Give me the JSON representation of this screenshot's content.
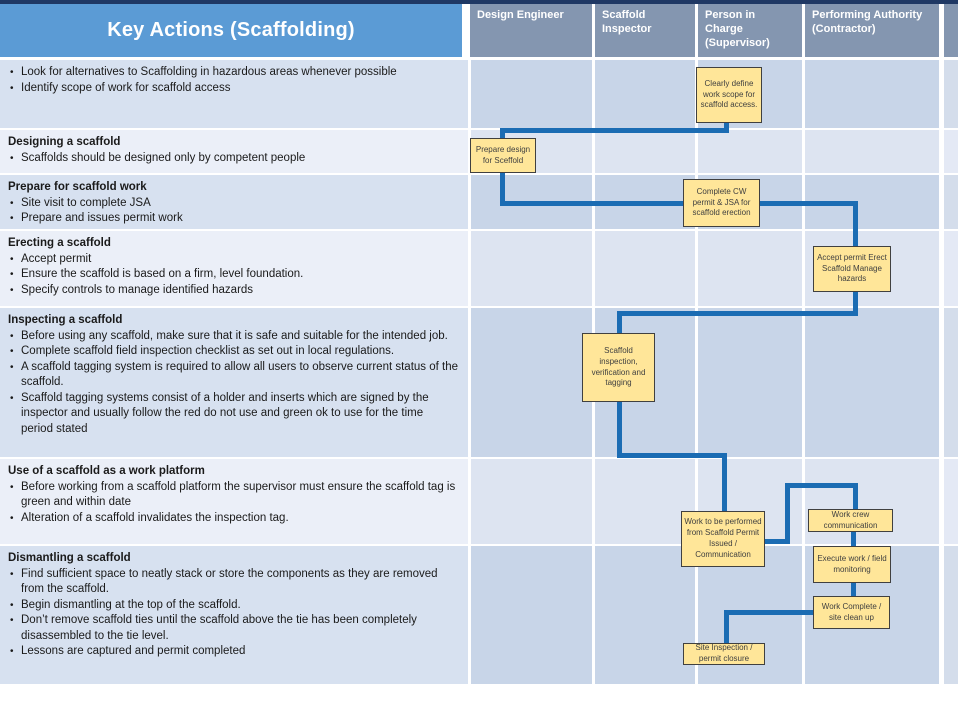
{
  "title": "Key Actions (Scaffolding)",
  "lanes": [
    {
      "label": "Design Engineer"
    },
    {
      "label": "Scaffold Inspector"
    },
    {
      "label": "Person in Charge (Supervisor)"
    },
    {
      "label": "Performing Authority (Contractor)"
    }
  ],
  "rows": [
    {
      "heading": "",
      "bullets": [
        "Look for alternatives to Scaffolding in hazardous areas whenever possible",
        "Identify scope of work for scaffold access"
      ]
    },
    {
      "heading": "Designing a scaffold",
      "bullets": [
        "Scaffolds should be designed only by competent people"
      ]
    },
    {
      "heading": "Prepare for scaffold work",
      "bullets": [
        "Site visit to complete JSA",
        "Prepare and issues permit work"
      ]
    },
    {
      "heading": "Erecting a scaffold",
      "bullets": [
        "Accept permit",
        "Ensure the scaffold is based on a firm, level foundation.",
        "Specify controls to manage identified hazards"
      ]
    },
    {
      "heading": "Inspecting a scaffold",
      "bullets": [
        "Before using any scaffold, make sure that it is safe and suitable for the intended job.",
        "Complete scaffold field inspection checklist as set out in local regulations.",
        "A scaffold tagging system is required to allow all users to observe current status of the scaffold.",
        "Scaffold tagging systems consist of a holder and inserts which are signed by the inspector and usually follow the red do not use and green ok to use for the time period stated"
      ]
    },
    {
      "heading": "Use of a scaffold as a work platform",
      "bullets": [
        "Before working from a scaffold platform the supervisor must ensure the scaffold tag is green and within date",
        "Alteration of a scaffold invalidates the inspection tag."
      ]
    },
    {
      "heading": "Dismantling a scaffold",
      "bullets": [
        "Find sufficient space to neatly stack or store the components as they are removed from the scaffold.",
        "Begin dismantling at the top of the scaffold.",
        "Don’t remove scaffold ties until the scaffold above the tie has been completely disassembled to the tie level.",
        "Lessons are captured and permit completed"
      ]
    }
  ],
  "flow_boxes": {
    "define_scope": {
      "label": "Clearly define work scope for scaffold access."
    },
    "prepare_design": {
      "label": "Prepare design for Sceffold"
    },
    "complete_permit": {
      "label": "Complete CW permit & JSA for scaffold erection"
    },
    "accept_permit": {
      "label": "Accept permit Erect Scaffold Manage hazards"
    },
    "inspection": {
      "label": "Scaffold inspection, verification and tagging"
    },
    "work_performed": {
      "label": "Work to be performed from Scaffold Permit Issued / Communication"
    },
    "work_crew": {
      "label": "Work crew communication"
    },
    "execute_work": {
      "label": "Execute work / field monitoring"
    },
    "work_complete": {
      "label": "Work Complete / site clean up"
    },
    "site_inspection": {
      "label": "Site Inspection / permit closure"
    }
  },
  "colors": {
    "header_blue": "#5B9BD5",
    "lane_header": "#8496B0",
    "connector_blue": "#1B6CB3",
    "node_fill": "#FFE699",
    "row_light": "#EBEFF8",
    "row_dark": "#D7E1F0",
    "top_border": "#1F3864"
  }
}
